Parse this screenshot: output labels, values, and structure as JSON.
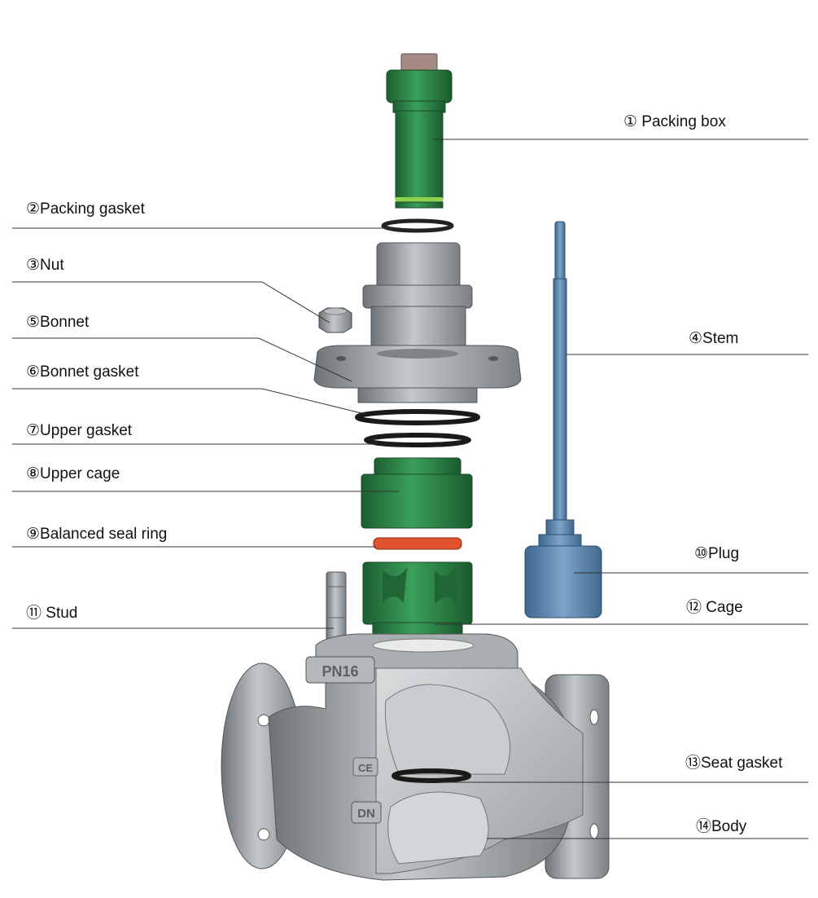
{
  "colors": {
    "green": "#2f8a4b",
    "green_dark": "#1f6634",
    "steel": "#9aa0a4",
    "steel_dark": "#6c7276",
    "blue": "#5b83ad",
    "gasket": "#222222",
    "seal_ring": "#e0532c",
    "leader": "#333333"
  },
  "labels": {
    "packing_box": "① Packing box",
    "packing_gasket": "②Packing gasket",
    "nut": "③Nut",
    "bonnet": "⑤Bonnet",
    "bonnet_gasket": "⑥Bonnet gasket",
    "upper_gasket": "⑦Upper gasket",
    "upper_cage": "⑧Upper cage",
    "balanced_seal_ring": "⑨Balanced seal ring",
    "stud": "⑪ Stud",
    "stem": "④Stem",
    "plug": "⑩Plug",
    "cage": "⑫ Cage",
    "seat_gasket": "⑬Seat gasket",
    "body": "⑭Body"
  },
  "body_marks": {
    "pn": "PN16",
    "ce": "CE",
    "dn": "DN"
  },
  "icons": [
    "hex-bolt-icon"
  ]
}
